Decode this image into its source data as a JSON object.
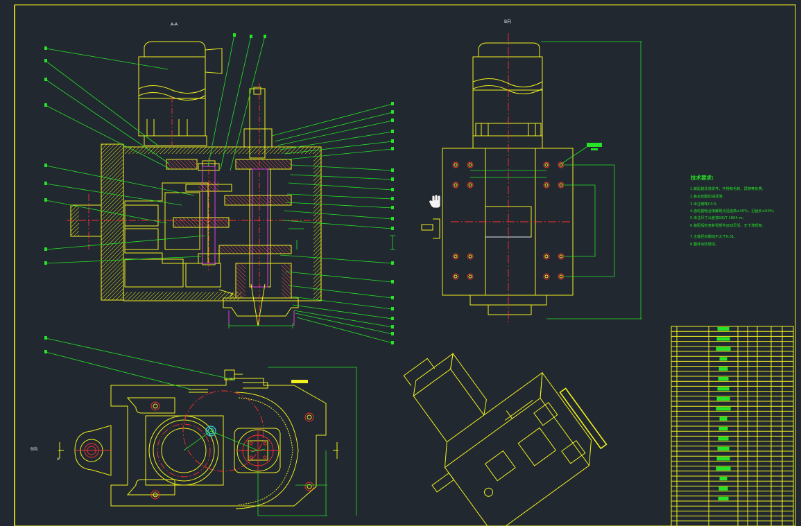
{
  "drawing": {
    "section_label": "A-A",
    "view_b_label": "B向",
    "view_b_arrow_label": "B向",
    "section_mark": "A",
    "tech_title": "技术要求:",
    "tech_notes": [
      "1.装配前清洗零件，不得有毛刺、异物等杂质;",
      "2.各运动副加油润滑;",
      "3.未注倒角C0.5;",
      "4.齿轮副啮合接触斑点沿齿高≥40%，沿齿长≥50%;",
      "5.未注尺寸公差按GB/T 1804-m;",
      "6.装配后检查各零部件运动灵活，无卡滞现象;",
      "7.主轴径向跳动不大于0.01;",
      "8.整体涂防锈漆。"
    ]
  },
  "colors": {
    "background": "#212830",
    "outline": "#f2f21e",
    "leader": "#27e327",
    "centerline": "#ff3030",
    "accent": "#e040e0",
    "highlight": "#2fd0e0"
  },
  "icons": {
    "cursor": "hand-cursor-icon"
  }
}
